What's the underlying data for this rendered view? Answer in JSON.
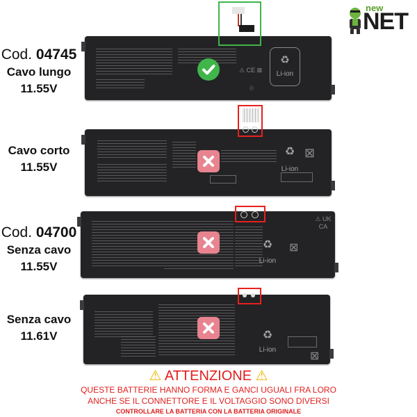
{
  "logo": {
    "new_text": "new",
    "net_text": "NET",
    "accent_color": "#5aa02c"
  },
  "batteries": [
    {
      "code_prefix": "Cod.",
      "code_number": "04745",
      "line": "Cavo lungo",
      "voltage": "11.55V",
      "status": "compatible",
      "frame_color": "#3fb54a",
      "liion_label": "Li-ion"
    },
    {
      "code_prefix": "",
      "code_number": "",
      "line": "Cavo corto",
      "voltage": "11.55V",
      "status": "incompatible",
      "frame_color": "#e8201e",
      "liion_label": "Li-ion"
    },
    {
      "code_prefix": "Cod.",
      "code_number": "04700",
      "line": "Senza cavo",
      "voltage": "11.55V",
      "status": "incompatible",
      "frame_color": "#e8201e",
      "liion_label": "Li-ion"
    },
    {
      "code_prefix": "",
      "code_number": "",
      "line": "Senza cavo",
      "voltage": "11.61V",
      "status": "incompatible",
      "frame_color": "#e8201e",
      "liion_label": "Li-ion"
    }
  ],
  "warning": {
    "title": "ATTENZIONE",
    "line1": "QUESTE BATTERIE HANNO FORMA E GANCI UGUALI FRA LORO",
    "line2": "ANCHE SE IL CONNETTORE E IL VOLTAGGIO SONO DIVERSI",
    "line3": "CONTROLLARE LA BATTERIA CON LA BATTERIA ORIGINALE",
    "color": "#e0201e",
    "icon": "warning-triangle-icon"
  }
}
